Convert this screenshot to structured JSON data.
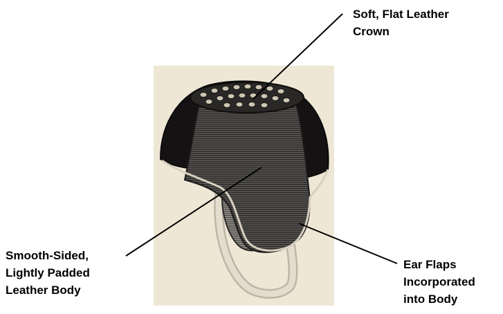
{
  "labels": {
    "crown": {
      "line1": "Soft, Flat Leather",
      "line2": "Crown"
    },
    "body": {
      "line1": "Smooth-Sided,",
      "line2": "Lightly Padded",
      "line3": "Leather Body"
    },
    "ear": {
      "line1": "Ear Flaps",
      "line2": "Incorporated",
      "line3": "into Body"
    }
  },
  "colors": {
    "paper": "#efe7d6",
    "leather_dark": "#141212",
    "leather_mid": "#3f3d3b",
    "strap": "#d9d2c2",
    "leader_line": "#000000"
  }
}
